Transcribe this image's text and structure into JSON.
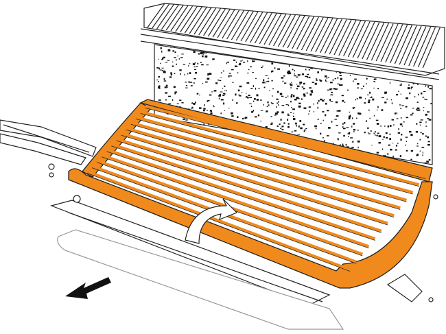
{
  "diagram": {
    "type": "exploded-parts-illustration",
    "parts": [
      "top-grate",
      "dirt-filter-panel",
      "concave-frame",
      "side-rails",
      "bottom-bar",
      "end-bracket",
      "direction-arrow"
    ],
    "highlighted_part": "concave-frame",
    "slat_count": 13
  },
  "colors": {
    "highlight": "#F08A1C",
    "line": "#222222",
    "background": "#FFFFFF"
  }
}
